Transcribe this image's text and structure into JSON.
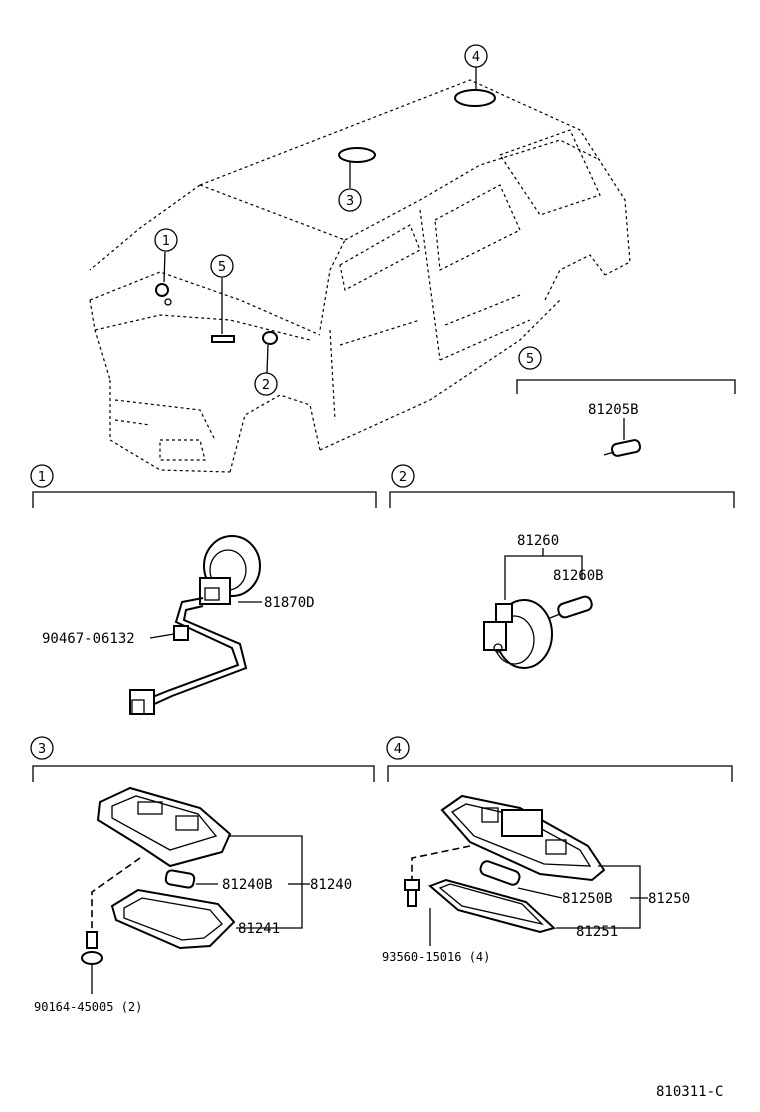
{
  "callouts": {
    "c1": "1",
    "c2": "2",
    "c3": "3",
    "c4": "4",
    "c5": "5"
  },
  "sections": {
    "s1": {
      "number": "1",
      "parts": {
        "socket": "81870D",
        "clip": "90467-06132"
      }
    },
    "s2": {
      "number": "2",
      "parts": {
        "assy": "81260",
        "bulb": "81260B"
      }
    },
    "s3": {
      "number": "3",
      "parts": {
        "bulb": "81240B",
        "assy": "81240",
        "lens": "81241",
        "screw": "90164-45005 (2)"
      }
    },
    "s4": {
      "number": "4",
      "parts": {
        "bulb": "81250B",
        "assy": "81250",
        "lens": "81251",
        "screw": "93560-15016 (4)"
      }
    },
    "s5": {
      "number": "5",
      "parts": {
        "bulb": "81205B"
      }
    }
  },
  "diagram_code": "810311-C"
}
